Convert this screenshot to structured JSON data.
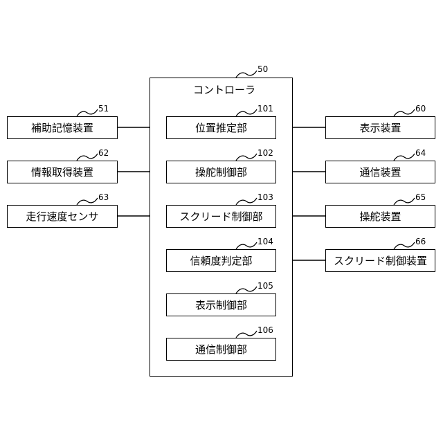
{
  "controller": {
    "label": "コントローラ",
    "ref": "50"
  },
  "inner_blocks": [
    {
      "label": "位置推定部",
      "ref": "101"
    },
    {
      "label": "操舵制御部",
      "ref": "102"
    },
    {
      "label": "スクリード制御部",
      "ref": "103"
    },
    {
      "label": "信頼度判定部",
      "ref": "104"
    },
    {
      "label": "表示制御部",
      "ref": "105"
    },
    {
      "label": "通信制御部",
      "ref": "106"
    }
  ],
  "left_blocks": [
    {
      "label": "補助記憶装置",
      "ref": "51"
    },
    {
      "label": "情報取得装置",
      "ref": "62"
    },
    {
      "label": "走行速度センサ",
      "ref": "63"
    }
  ],
  "right_blocks": [
    {
      "label": "表示装置",
      "ref": "60"
    },
    {
      "label": "通信装置",
      "ref": "64"
    },
    {
      "label": "操舵装置",
      "ref": "65"
    },
    {
      "label": "スクリード制御装置",
      "ref": "66"
    }
  ]
}
